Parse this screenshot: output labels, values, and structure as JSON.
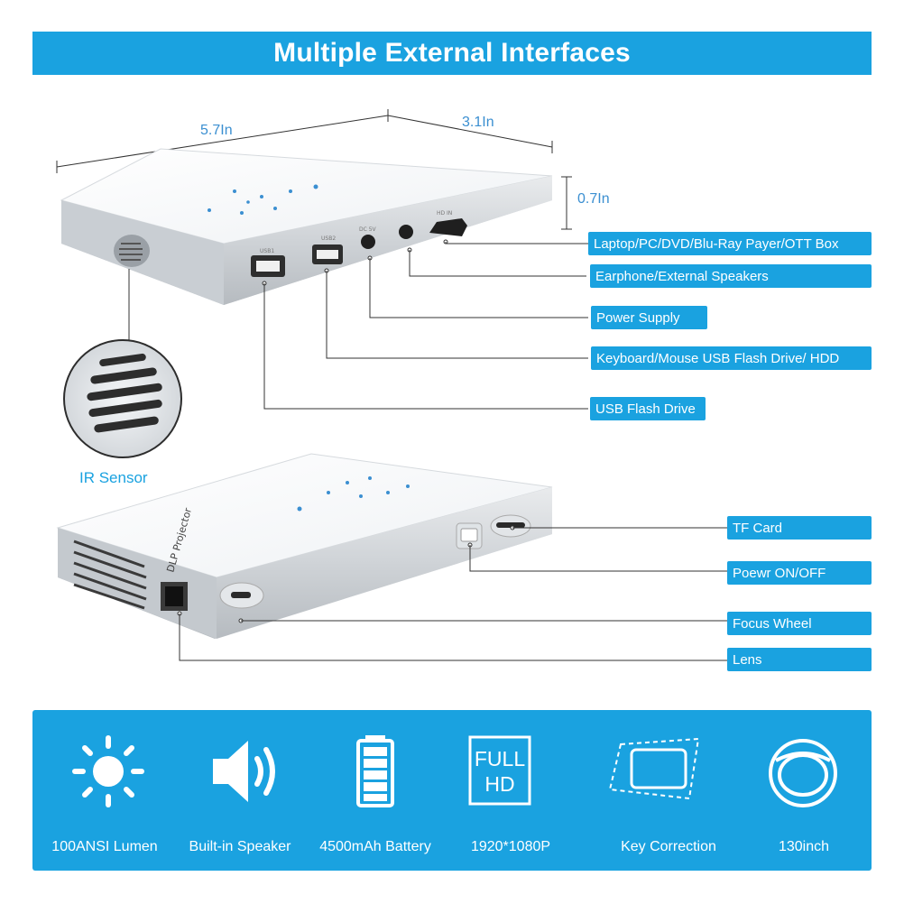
{
  "header": {
    "title": "Multiple External Interfaces"
  },
  "dimensions": {
    "length": "5.7In",
    "width": "3.1In",
    "height": "0.7In"
  },
  "device_top": {
    "port_labels": {
      "usb1": "USB1",
      "usb2": "USB2",
      "dc": "DC 5V",
      "hdmi": "HD IN"
    },
    "callouts": [
      "Laptop/PC/DVD/Blu-Ray Payer/OTT Box",
      "Earphone/External Speakers",
      "Power Supply",
      "Keyboard/Mouse USB Flash Drive/ HDD",
      "USB Flash Drive"
    ],
    "ir_label": "IR Sensor"
  },
  "device_bottom": {
    "brand": "DLP Projector",
    "callouts": [
      "TF Card",
      "Poewr ON/OFF",
      "Focus Wheel",
      "Lens"
    ]
  },
  "features": [
    {
      "label": "100ANSI Lumen",
      "icon": "sun-icon"
    },
    {
      "label": "Built-in Speaker",
      "icon": "speaker-icon"
    },
    {
      "label": "4500mAh Battery",
      "icon": "battery-icon"
    },
    {
      "label": "1920*1080P",
      "icon": "full-hd-icon",
      "badge_line1": "FULL",
      "badge_line2": "HD"
    },
    {
      "label": "Key Correction",
      "icon": "keystone-icon"
    },
    {
      "label": "130inch",
      "icon": "screen-size-icon"
    }
  ],
  "colors": {
    "accent": "#1aa2e0",
    "device_silver": "#c8ccd0"
  }
}
